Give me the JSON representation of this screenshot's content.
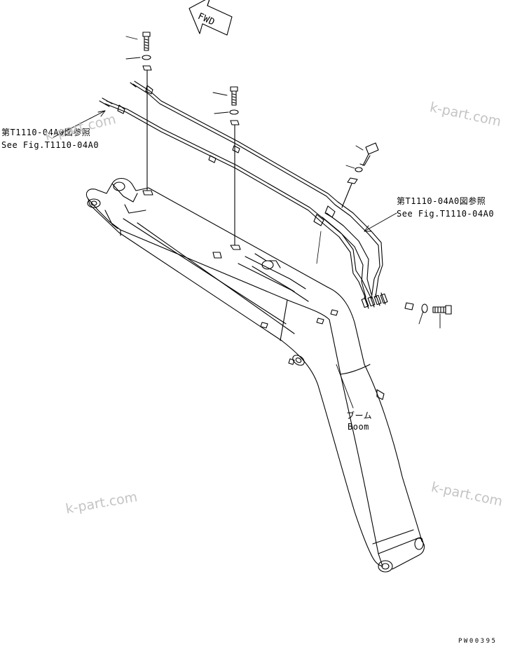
{
  "orientation": {
    "fwd_label": "FWD"
  },
  "references": {
    "left": {
      "jp": "第T1110-04A0図参照",
      "en": "See Fig.T1110-04A0"
    },
    "right": {
      "jp": "第T1110-04A0図参照",
      "en": "See Fig.T1110-04A0"
    }
  },
  "part": {
    "jp": "ブーム",
    "en": "Boom"
  },
  "watermarks": [
    "k-part.com",
    "k-part.com",
    "k-part.com",
    "k-part.com"
  ],
  "drawing_code": "PW00395",
  "colors": {
    "line": "#000000",
    "watermark": "#c4c4c4",
    "background": "#ffffff"
  }
}
